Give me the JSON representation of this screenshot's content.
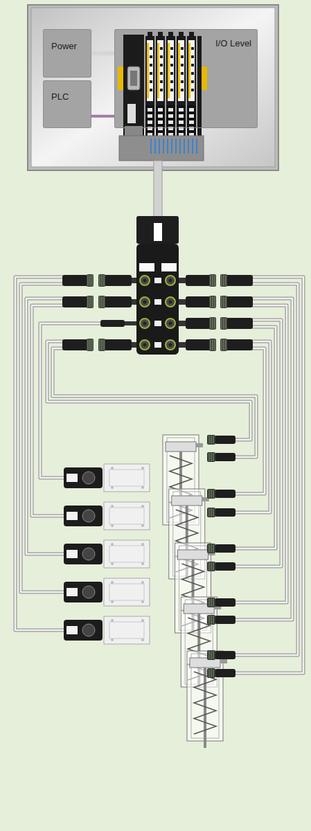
{
  "diagram": {
    "nodes": [
      {
        "text": [
          "Power"
        ]
      },
      {
        "text": [
          "PLC"
        ]
      },
      {
        "text": [
          "I/O Level"
        ]
      }
    ],
    "edges": [
      {
        "from": 0,
        "to": 2,
        "arrow": "none"
      },
      {
        "from": 1,
        "to": 2,
        "arrow": "none"
      }
    ]
  }
}
